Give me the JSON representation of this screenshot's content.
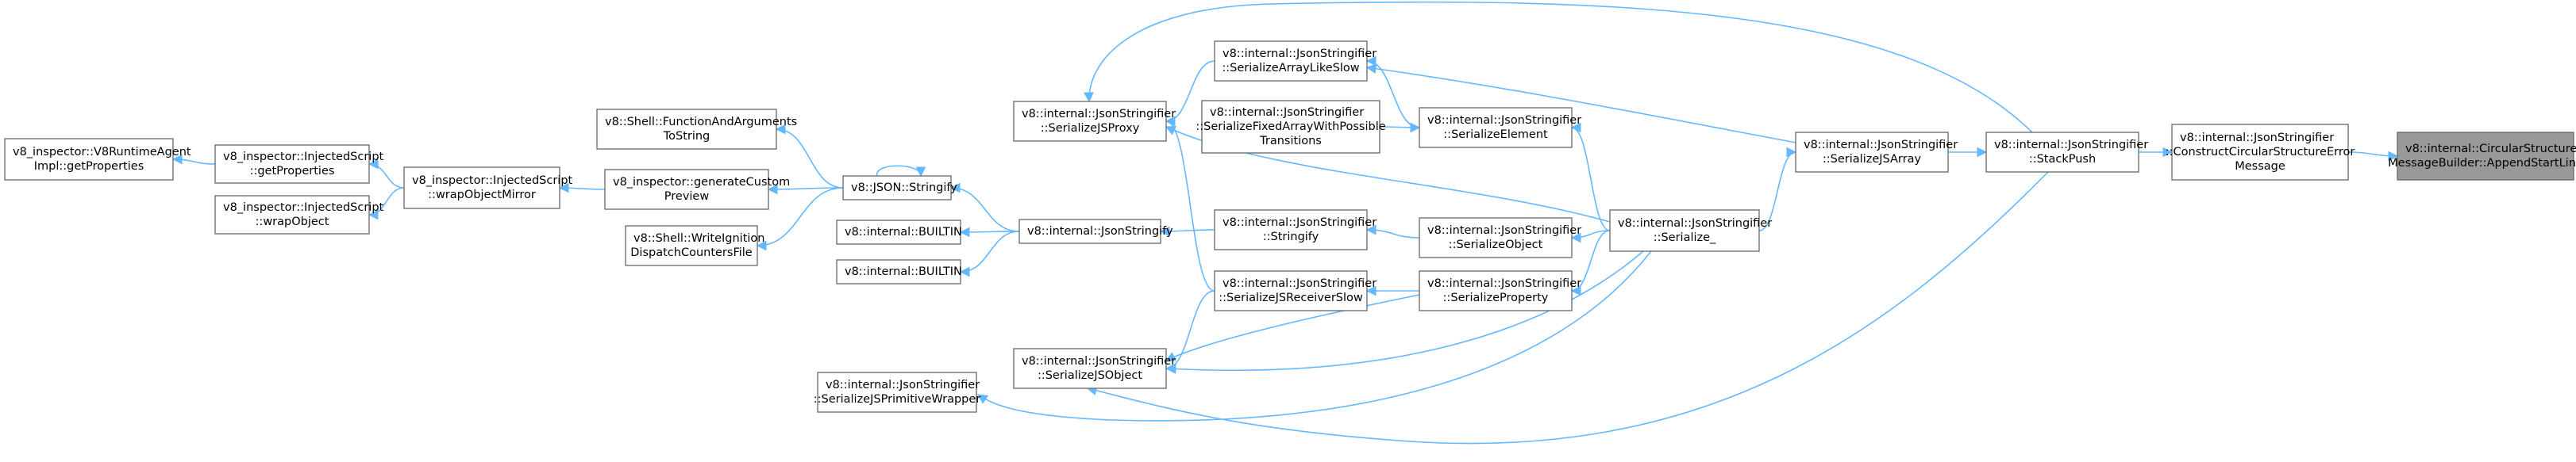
{
  "diagram": {
    "nodes": [
      {
        "id": "n_append",
        "lines": [
          "v8::internal::CircularStructure",
          "MessageBuilder::AppendStartLine"
        ],
        "active": true
      },
      {
        "id": "n_construct",
        "lines": [
          "v8::internal::JsonStringifier",
          "::ConstructCircularStructureError",
          "Message"
        ]
      },
      {
        "id": "n_stackpush",
        "lines": [
          "v8::internal::JsonStringifier",
          "::StackPush"
        ]
      },
      {
        "id": "n_serjsarray",
        "lines": [
          "v8::internal::JsonStringifier",
          "::SerializeJSArray"
        ]
      },
      {
        "id": "n_serialize",
        "lines": [
          "v8::internal::JsonStringifier",
          "::Serialize_"
        ]
      },
      {
        "id": "n_serelement",
        "lines": [
          "v8::internal::JsonStringifier",
          "::SerializeElement"
        ]
      },
      {
        "id": "n_serobject",
        "lines": [
          "v8::internal::JsonStringifier",
          "::SerializeObject"
        ]
      },
      {
        "id": "n_serproperty",
        "lines": [
          "v8::internal::JsonStringifier",
          "::SerializeProperty"
        ]
      },
      {
        "id": "n_serarrayslow",
        "lines": [
          "v8::internal::JsonStringifier",
          "::SerializeArrayLikeSlow"
        ]
      },
      {
        "id": "n_serfixed",
        "lines": [
          "v8::internal::JsonStringifier",
          "::SerializeFixedArrayWithPossible",
          "Transitions"
        ]
      },
      {
        "id": "n_stringify",
        "lines": [
          "v8::internal::JsonStringifier",
          "::Stringify"
        ]
      },
      {
        "id": "n_serreceiver",
        "lines": [
          "v8::internal::JsonStringifier",
          "::SerializeJSReceiverSlow"
        ]
      },
      {
        "id": "n_serproxy",
        "lines": [
          "v8::internal::JsonStringifier",
          "::SerializeJSProxy"
        ]
      },
      {
        "id": "n_serjsobject",
        "lines": [
          "v8::internal::JsonStringifier",
          "::SerializeJSObject"
        ]
      },
      {
        "id": "n_serprimwrap",
        "lines": [
          "v8::internal::JsonStringifier",
          "::SerializeJSPrimitiveWrapper"
        ]
      },
      {
        "id": "n_jsonstringify",
        "lines": [
          "v8::internal::JsonStringify"
        ]
      },
      {
        "id": "n_builtin1",
        "lines": [
          "v8::internal::BUILTIN"
        ]
      },
      {
        "id": "n_builtin2",
        "lines": [
          "v8::internal::BUILTIN"
        ]
      },
      {
        "id": "n_jsonstr",
        "lines": [
          "v8::JSON::Stringify"
        ]
      },
      {
        "id": "n_shellfunc",
        "lines": [
          "v8::Shell::FunctionAndArguments",
          "ToString"
        ]
      },
      {
        "id": "n_gencustom",
        "lines": [
          "v8_inspector::generateCustom",
          "Preview"
        ]
      },
      {
        "id": "n_writeign",
        "lines": [
          "v8::Shell::WriteIgnition",
          "DispatchCountersFile"
        ]
      },
      {
        "id": "n_wrapmirror",
        "lines": [
          "v8_inspector::InjectedScript",
          "::wrapObjectMirror"
        ]
      },
      {
        "id": "n_getprops",
        "lines": [
          "v8_inspector::InjectedScript",
          "::getProperties"
        ]
      },
      {
        "id": "n_wrapobject",
        "lines": [
          "v8_inspector::InjectedScript",
          "::wrapObject"
        ]
      },
      {
        "id": "n_v8runtime",
        "lines": [
          "v8_inspector::V8RuntimeAgent",
          "Impl::getProperties"
        ]
      }
    ],
    "edges": [
      {
        "from": "n_construct",
        "to": "n_append"
      },
      {
        "from": "n_stackpush",
        "to": "n_construct"
      },
      {
        "from": "n_serjsarray",
        "to": "n_stackpush"
      },
      {
        "from": "n_serialize",
        "to": "n_serjsarray"
      },
      {
        "from": "n_serialize",
        "to": "n_serelement"
      },
      {
        "from": "n_serialize",
        "to": "n_serobject"
      },
      {
        "from": "n_serialize",
        "to": "n_serproperty"
      },
      {
        "from": "n_serialize",
        "to": "n_serproxy"
      },
      {
        "from": "n_serialize",
        "to": "n_serjsobject"
      },
      {
        "from": "n_serialize",
        "to": "n_serprimwrap"
      },
      {
        "from": "n_serjsarray",
        "to": "n_serarrayslow"
      },
      {
        "from": "n_serelement",
        "to": "n_serarrayslow"
      },
      {
        "from": "n_serfixed",
        "to": "n_serelement"
      },
      {
        "from": "n_serobject",
        "to": "n_stringify"
      },
      {
        "from": "n_serproperty",
        "to": "n_serreceiver"
      },
      {
        "from": "n_serproperty",
        "to": "n_serjsobject"
      },
      {
        "from": "n_stackpush",
        "to": "n_serproxy"
      },
      {
        "from": "n_stackpush",
        "to": "n_serjsobject"
      },
      {
        "from": "n_serarrayslow",
        "to": "n_serproxy"
      },
      {
        "from": "n_serreceiver",
        "to": "n_serproxy"
      },
      {
        "from": "n_serreceiver",
        "to": "n_serjsobject"
      },
      {
        "from": "n_stringify",
        "to": "n_jsonstringify"
      },
      {
        "from": "n_jsonstringify",
        "to": "n_jsonstr"
      },
      {
        "from": "n_jsonstringify",
        "to": "n_builtin1"
      },
      {
        "from": "n_jsonstringify",
        "to": "n_builtin2"
      },
      {
        "from": "n_jsonstr",
        "to": "n_jsonstr"
      },
      {
        "from": "n_jsonstr",
        "to": "n_shellfunc"
      },
      {
        "from": "n_jsonstr",
        "to": "n_gencustom"
      },
      {
        "from": "n_jsonstr",
        "to": "n_writeign"
      },
      {
        "from": "n_gencustom",
        "to": "n_wrapmirror"
      },
      {
        "from": "n_wrapmirror",
        "to": "n_getprops"
      },
      {
        "from": "n_wrapmirror",
        "to": "n_wrapobject"
      },
      {
        "from": "n_getprops",
        "to": "n_v8runtime"
      }
    ]
  },
  "colors": {
    "edge": "#63b8ff",
    "node_border": "#666666",
    "node_fill": "#ffffff",
    "active_fill": "#999999"
  }
}
